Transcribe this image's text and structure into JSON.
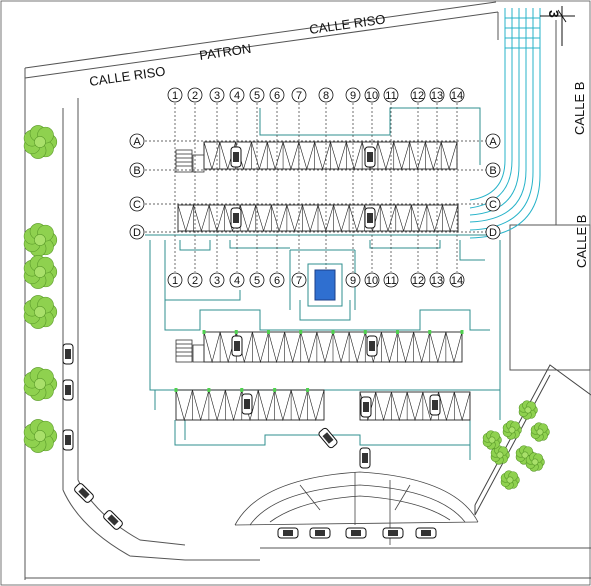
{
  "streets": {
    "top_left": "CALLE RISO",
    "top_middle": "PATRON",
    "top_right": "CALLE RISO",
    "right_upper": "CALLE B",
    "right_lower": "CALLE B"
  },
  "dimension_label": "3",
  "grid_columns": [
    "1",
    "2",
    "3",
    "4",
    "5",
    "6",
    "7",
    "8",
    "9",
    "10",
    "11",
    "12",
    "13",
    "14"
  ],
  "grid_columns_lower": [
    "1",
    "2",
    "3",
    "4",
    "5",
    "6",
    "7",
    "9",
    "10",
    "11",
    "12",
    "13",
    "14"
  ],
  "grid_rows": [
    "A",
    "B",
    "C",
    "D"
  ],
  "colors": {
    "wall": "#2f8f8f",
    "stall": "#222222",
    "tree": "#7bc043",
    "pool": "#2f6fd0",
    "road": "#555555",
    "ramp": "#27b3c9"
  }
}
